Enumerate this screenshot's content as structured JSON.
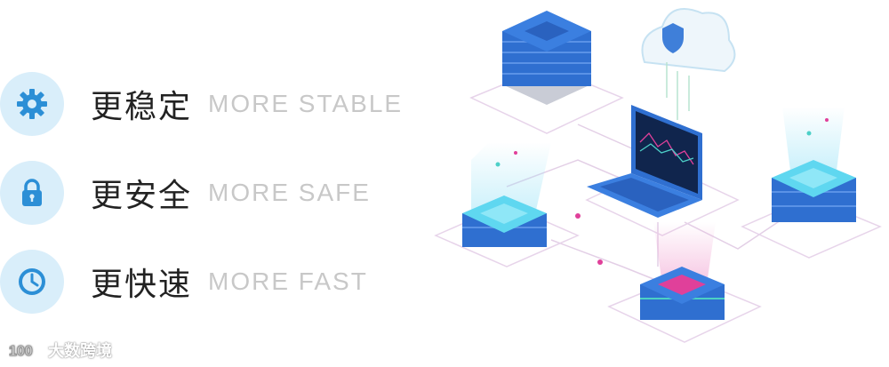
{
  "features": [
    {
      "zh": "更稳定",
      "en": "MORE STABLE",
      "icon": "gear-icon"
    },
    {
      "zh": "更安全",
      "en": "MORE SAFE",
      "icon": "lock-icon"
    },
    {
      "zh": "更快速",
      "en": "MORE FAST",
      "icon": "clock-icon"
    }
  ],
  "watermark": {
    "text": "大数跨境"
  },
  "colors": {
    "icon_bg": "#d9eefa",
    "icon_fg": "#2c8fd6",
    "server_blue": "#2f6fd0",
    "server_top": "#5fd7f0",
    "accent_pink": "#e0409a"
  }
}
